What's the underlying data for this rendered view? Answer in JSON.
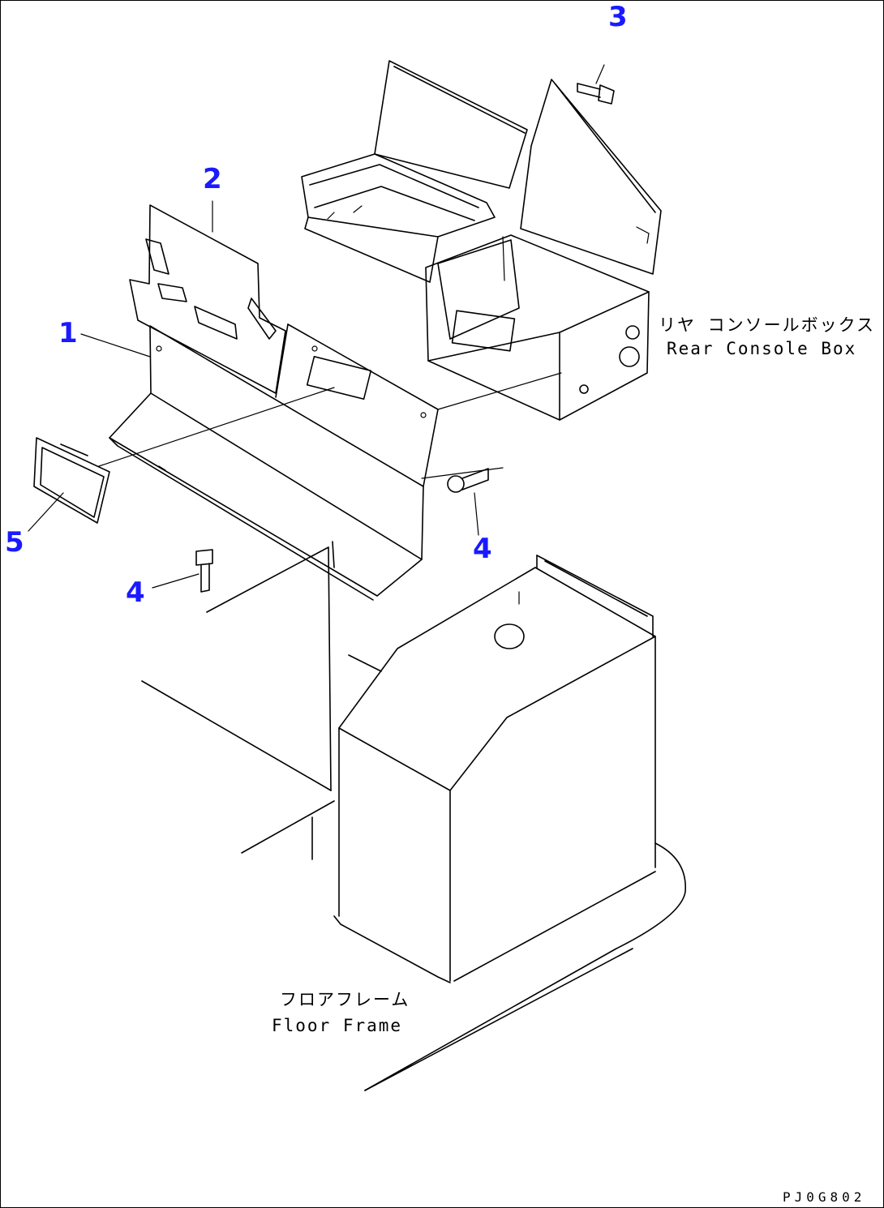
{
  "callouts": {
    "c1": "1",
    "c2": "2",
    "c3": "3",
    "c4a": "4",
    "c4b": "4",
    "c5": "5"
  },
  "labels": {
    "rear_console_jp": "リヤ コンソールボックス",
    "rear_console_en": "Rear Console Box",
    "floor_frame_jp": "フロアフレーム",
    "floor_frame_en": "Floor Frame"
  },
  "drawing_code": "PJ0G802",
  "colors": {
    "callout": "#1a1aff",
    "line": "#000000",
    "background": "#ffffff"
  }
}
